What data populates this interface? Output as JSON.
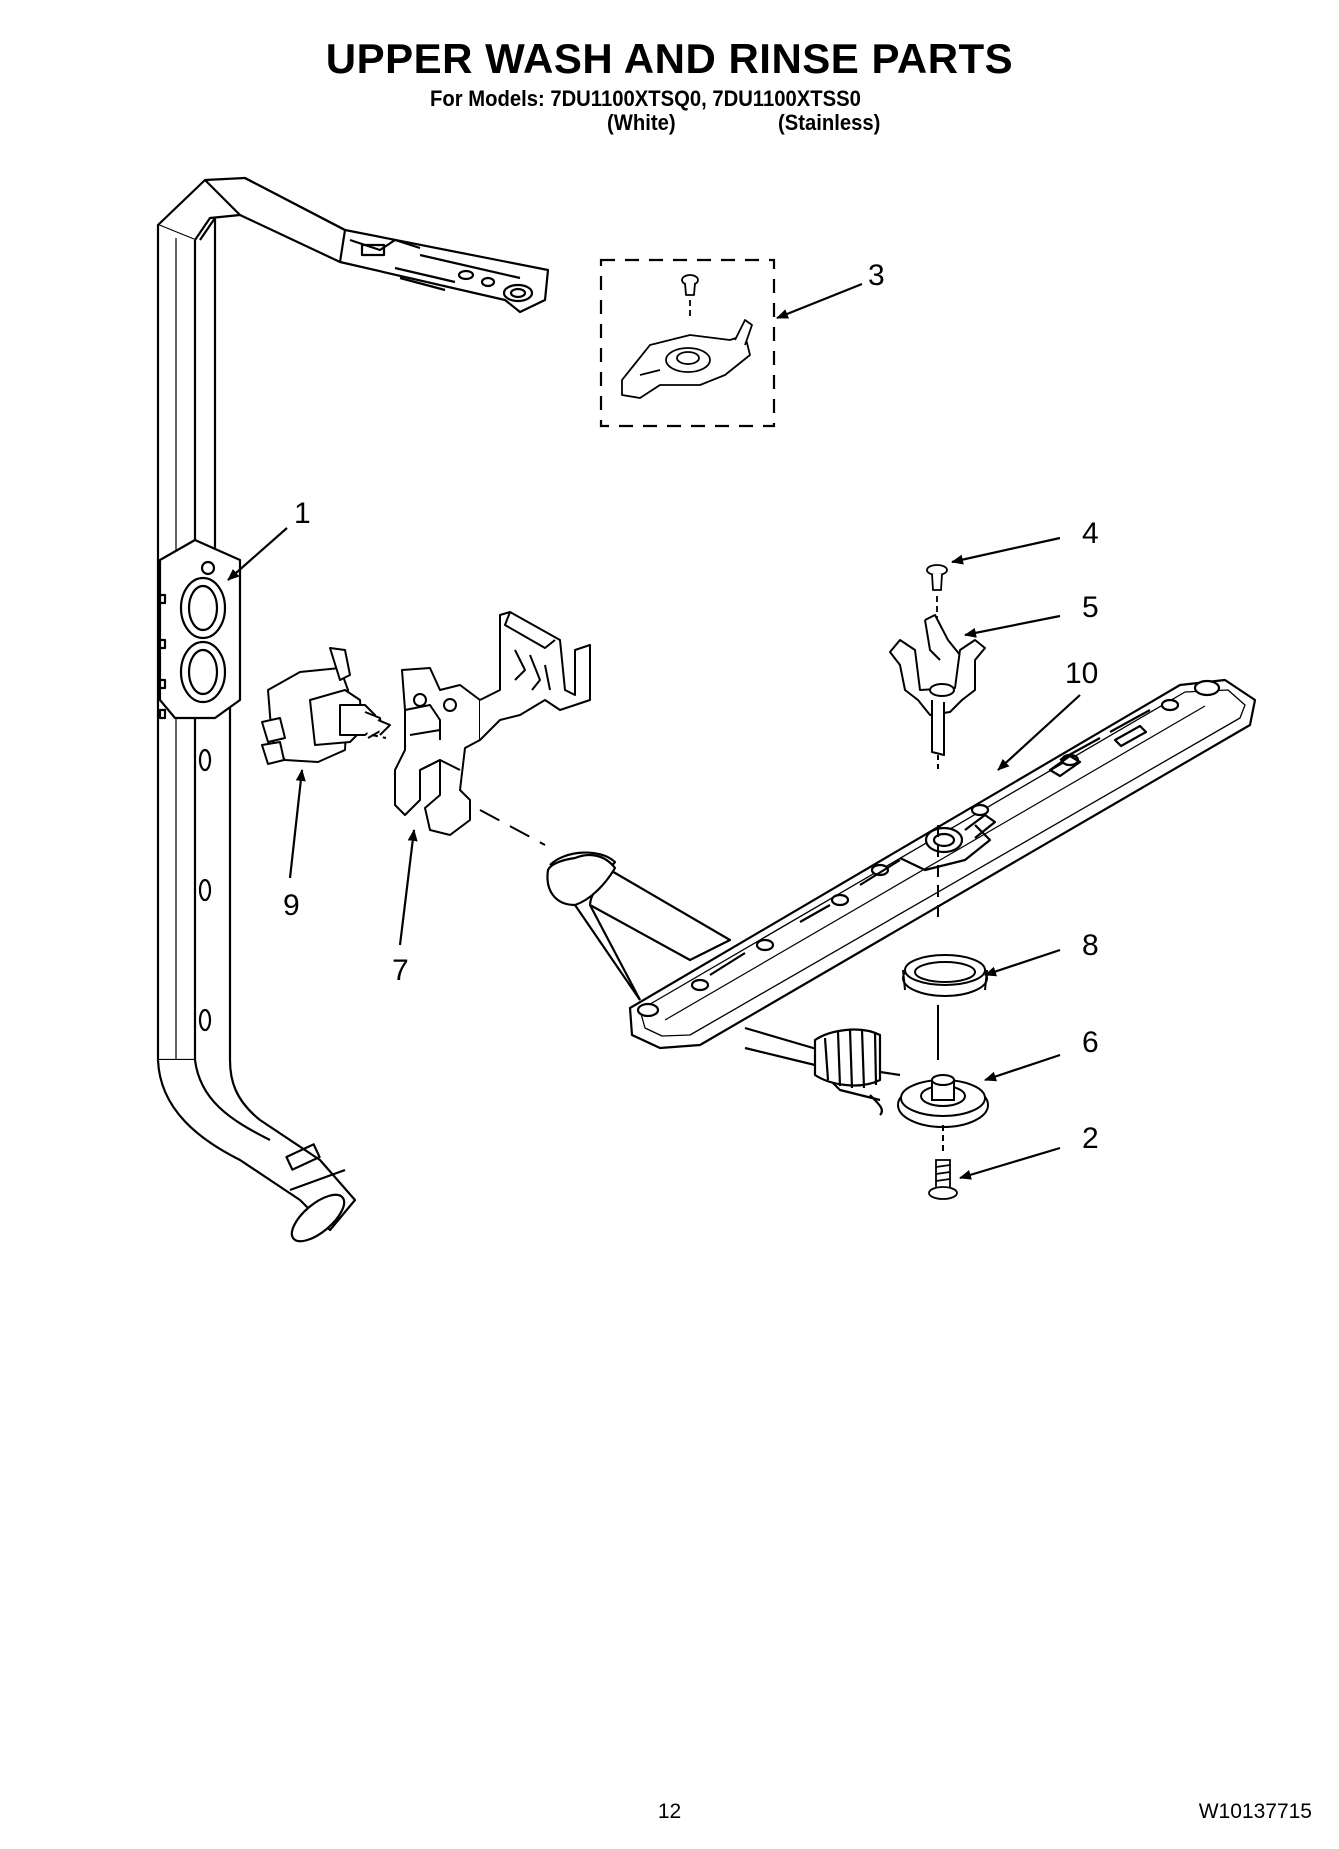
{
  "header": {
    "title": "UPPER WASH AND RINSE PARTS",
    "models_line": "For Models: 7DU1100XTSQ0, 7DU1100XTSS0",
    "variant_white": "(White)",
    "variant_stainless": "(Stainless)"
  },
  "callouts": {
    "c1": "1",
    "c2": "2",
    "c3": "3",
    "c4": "4",
    "c5": "5",
    "c6": "6",
    "c7": "7",
    "c8": "8",
    "c9": "9",
    "c10": "10"
  },
  "footer": {
    "page_number": "12",
    "document_number": "W10137715"
  }
}
